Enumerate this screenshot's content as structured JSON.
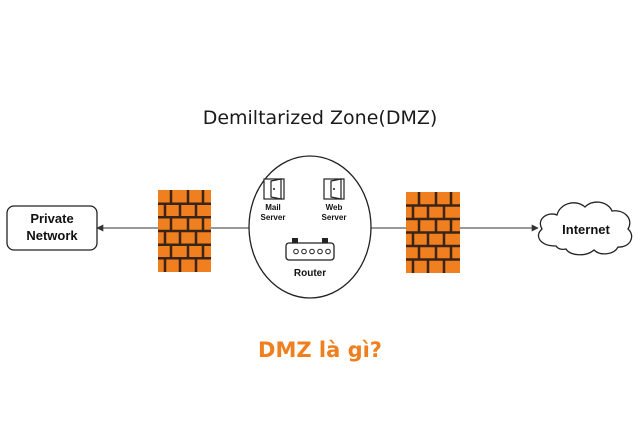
{
  "diagram": {
    "title": "Demiltarized Zone(DMZ)",
    "private_network_line1": "Private",
    "private_network_line2": "Network",
    "internet_label": "Internet",
    "mail_server_line1": "Mail",
    "mail_server_line2": "Server",
    "web_server_line1": "Web",
    "web_server_line2": "Server",
    "router_label": "Router"
  },
  "caption": "DMZ là gì?",
  "colors": {
    "firewall": "#f07f1f",
    "firewall_mortar": "#3a2416",
    "caption": "#f07f1f",
    "line": "#333333"
  },
  "icons": [
    "firewall-icon",
    "mail-server-icon",
    "web-server-icon",
    "router-icon",
    "cloud-icon"
  ]
}
